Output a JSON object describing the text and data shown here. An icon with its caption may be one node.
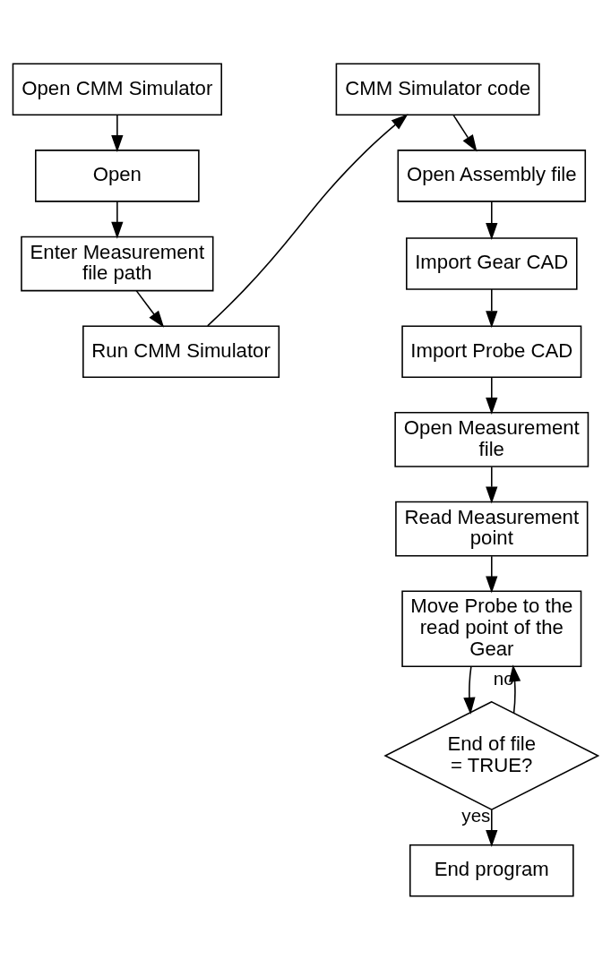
{
  "diagram": {
    "nodes": [
      {
        "text": [
          "Open CMM Simulator"
        ]
      },
      {
        "text": [
          "Open"
        ]
      },
      {
        "text": [
          "Enter Measurement file path"
        ]
      },
      {
        "text": [
          "Run CMM Simulator"
        ]
      },
      {
        "text": [
          "CMM Simulator code"
        ]
      },
      {
        "text": [
          "Open Assembly file"
        ]
      },
      {
        "text": [
          "Import Gear CAD"
        ]
      },
      {
        "text": [
          "Import Probe CAD"
        ]
      },
      {
        "text": [
          "Open Measurement file"
        ]
      },
      {
        "text": [
          "Read Measurement point"
        ]
      },
      {
        "text": [
          "Move Probe to the read point of the Gear"
        ]
      },
      {
        "text": [
          "End of file = TRUE?"
        ]
      },
      {
        "text": [
          "End program"
        ]
      }
    ],
    "edges": [
      {
        "from": 0,
        "to": 1,
        "arrow": "to"
      },
      {
        "from": 1,
        "to": 2,
        "arrow": "to"
      },
      {
        "from": 2,
        "to": 3,
        "arrow": "to"
      },
      {
        "from": 3,
        "to": 4,
        "arrow": "to"
      },
      {
        "from": 4,
        "to": 5,
        "arrow": "to"
      },
      {
        "from": 5,
        "to": 6,
        "arrow": "to"
      },
      {
        "from": 6,
        "to": 7,
        "arrow": "to"
      },
      {
        "from": 7,
        "to": 8,
        "arrow": "to"
      },
      {
        "from": 8,
        "to": 9,
        "arrow": "to"
      },
      {
        "from": 9,
        "to": 10,
        "arrow": "to"
      },
      {
        "from": 10,
        "to": 11,
        "arrow": "to"
      },
      {
        "from": 11,
        "to": 10,
        "arrow": "to",
        "label": "no"
      },
      {
        "from": 11,
        "to": 12,
        "arrow": "to",
        "label": "yes"
      }
    ]
  }
}
